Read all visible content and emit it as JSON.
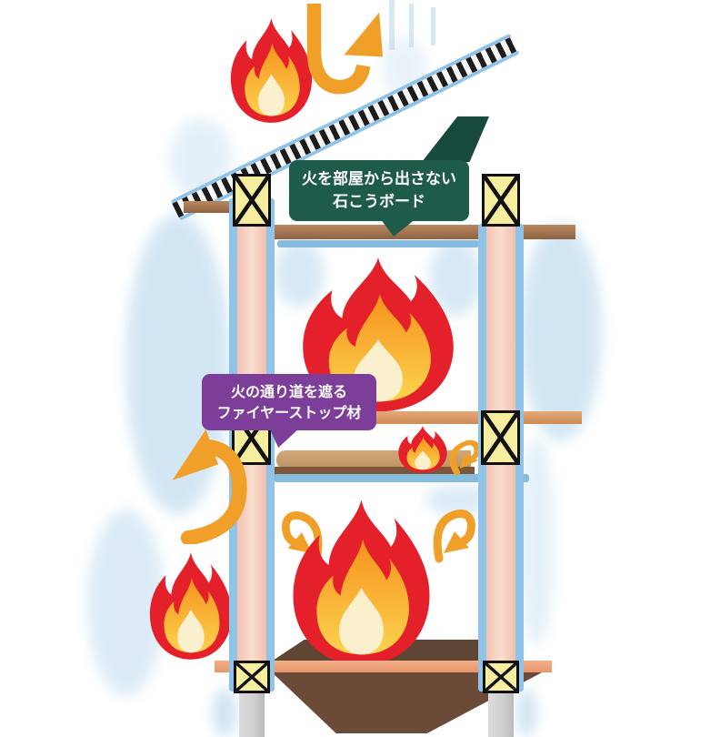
{
  "diagram": {
    "description_labels": {
      "gypsum_board": {
        "line1": "火を部屋から出さない",
        "line2": "石こうボード"
      },
      "fire_stop": {
        "line1": "火の通り道を遮る",
        "line2": "ファイヤーストップ材"
      }
    },
    "colors": {
      "label_green": "#1E5B4B",
      "label_purple": "#7C3E98",
      "flame_red": "#E4202A",
      "flame_orange": "#F6921E",
      "flame_yellow": "#FCD34D",
      "flame_core": "#FBF0CE",
      "arrow_orange": "#F0A028",
      "stud_pink": "#F5CDBD",
      "cladding_blue": "#8FC3E8",
      "fire_stop_yellow": "#F7ED9F",
      "board_brown": "#A0714E",
      "board_tan": "#C79C6C",
      "board_salmon": "#EFA173",
      "shadow_brown": "#6B4A38",
      "foundation_gray": "#CFCFCF"
    },
    "icons": [
      "flame-icon",
      "u-turn-arrow-icon",
      "curl-arrow-icon",
      "fire-stop-block",
      "roof-rafter"
    ]
  }
}
